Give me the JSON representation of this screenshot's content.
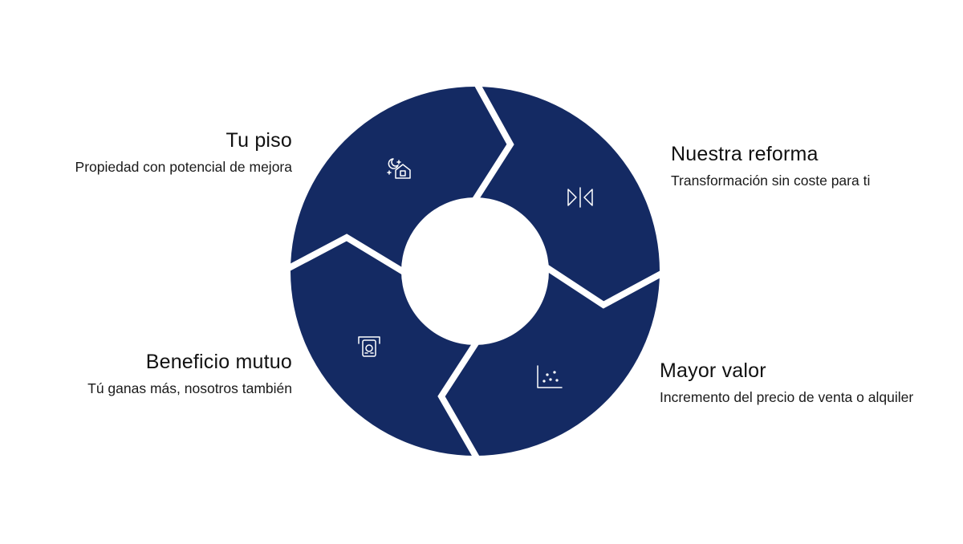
{
  "colors": {
    "segment_fill": "#142a63",
    "separator": "#ffffff",
    "icon_stroke": "#ffffff"
  },
  "steps": [
    {
      "title": "Tu piso",
      "description": "Propiedad con potencial de mejora",
      "icon": "house-stars-icon"
    },
    {
      "title": "Nuestra reforma",
      "description": "Transformación sin coste para ti",
      "icon": "mirror-flip-icon"
    },
    {
      "title": "Mayor valor",
      "description": "Incremento del precio de venta o alquiler",
      "icon": "scatter-chart-icon"
    },
    {
      "title": "Beneficio mutuo",
      "description": "Tú ganas más, nosotros también",
      "icon": "money-receipt-icon"
    }
  ]
}
